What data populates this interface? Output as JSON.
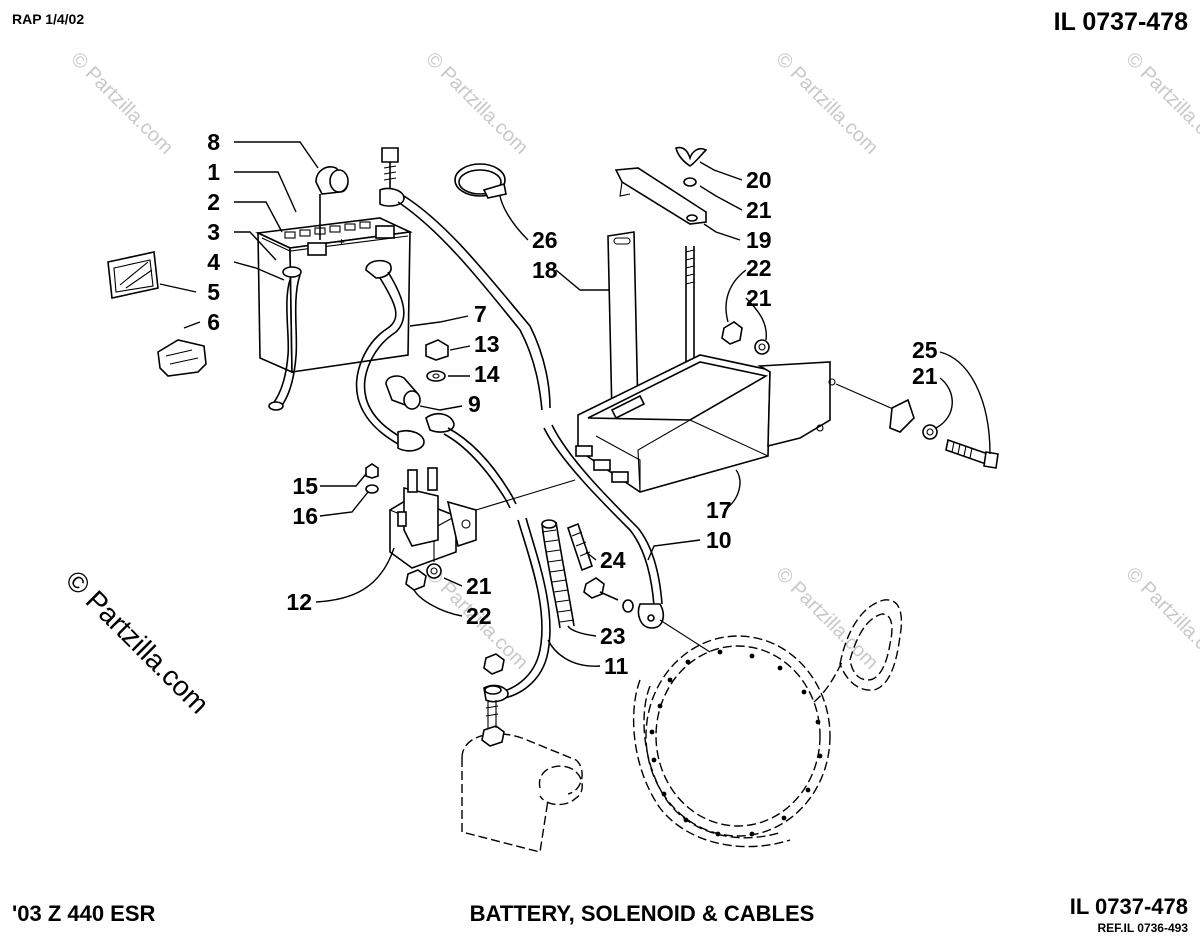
{
  "header": {
    "revision": "RAP 1/4/02",
    "illustration_id": "IL 0737-478"
  },
  "footer": {
    "model": "'03 Z 440 ESR",
    "title": "BATTERY, SOLENOID & CABLES",
    "illustration_id": "IL 0737-478",
    "reference": "REF.IL 0736-493"
  },
  "watermark": {
    "text": "© Partzilla.com",
    "main_text": "© Partzilla.com"
  },
  "callouts": {
    "c8": "8",
    "c1": "1",
    "c2": "2",
    "c3": "3",
    "c4": "4",
    "c5": "5",
    "c6": "6",
    "c7": "7",
    "c13": "13",
    "c14": "14",
    "c9": "9",
    "c15": "15",
    "c16": "16",
    "c12": "12",
    "c21a": "21",
    "c22a": "22",
    "c24": "24",
    "c23": "23",
    "c11": "11",
    "c10": "10",
    "c26": "26",
    "c18": "18",
    "c20": "20",
    "c21b": "21",
    "c19": "19",
    "c22b": "22",
    "c21c": "21",
    "c25": "25",
    "c21d": "21",
    "c17": "17"
  }
}
